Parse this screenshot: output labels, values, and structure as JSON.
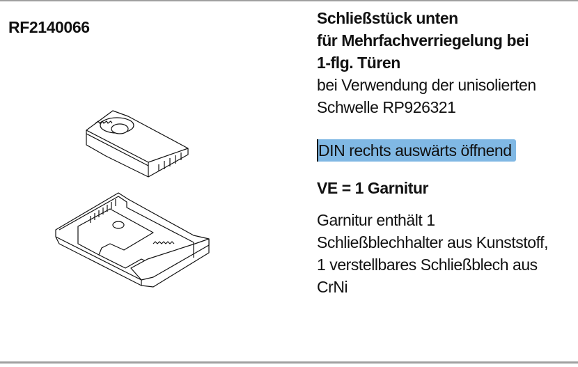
{
  "article_number": "RF2140066",
  "title_lines": [
    "Schließstück unten",
    "für Mehrfachverriegelung bei",
    "1-flg. Türen"
  ],
  "description_lines": [
    "bei Verwendung der unisolierten",
    "Schwelle RP926321"
  ],
  "selected_variant": "DIN rechts auswärts öffnend",
  "packaging_unit": "VE = 1 Garnitur",
  "contents_lines": [
    "Garnitur enthält 1",
    "Schließblechhalter aus Kunststoff,",
    "1 verstellbares Schließblech aus",
    "CrNi"
  ],
  "colors": {
    "highlight": "#80b8e4",
    "rule": "#a0a0a0"
  }
}
